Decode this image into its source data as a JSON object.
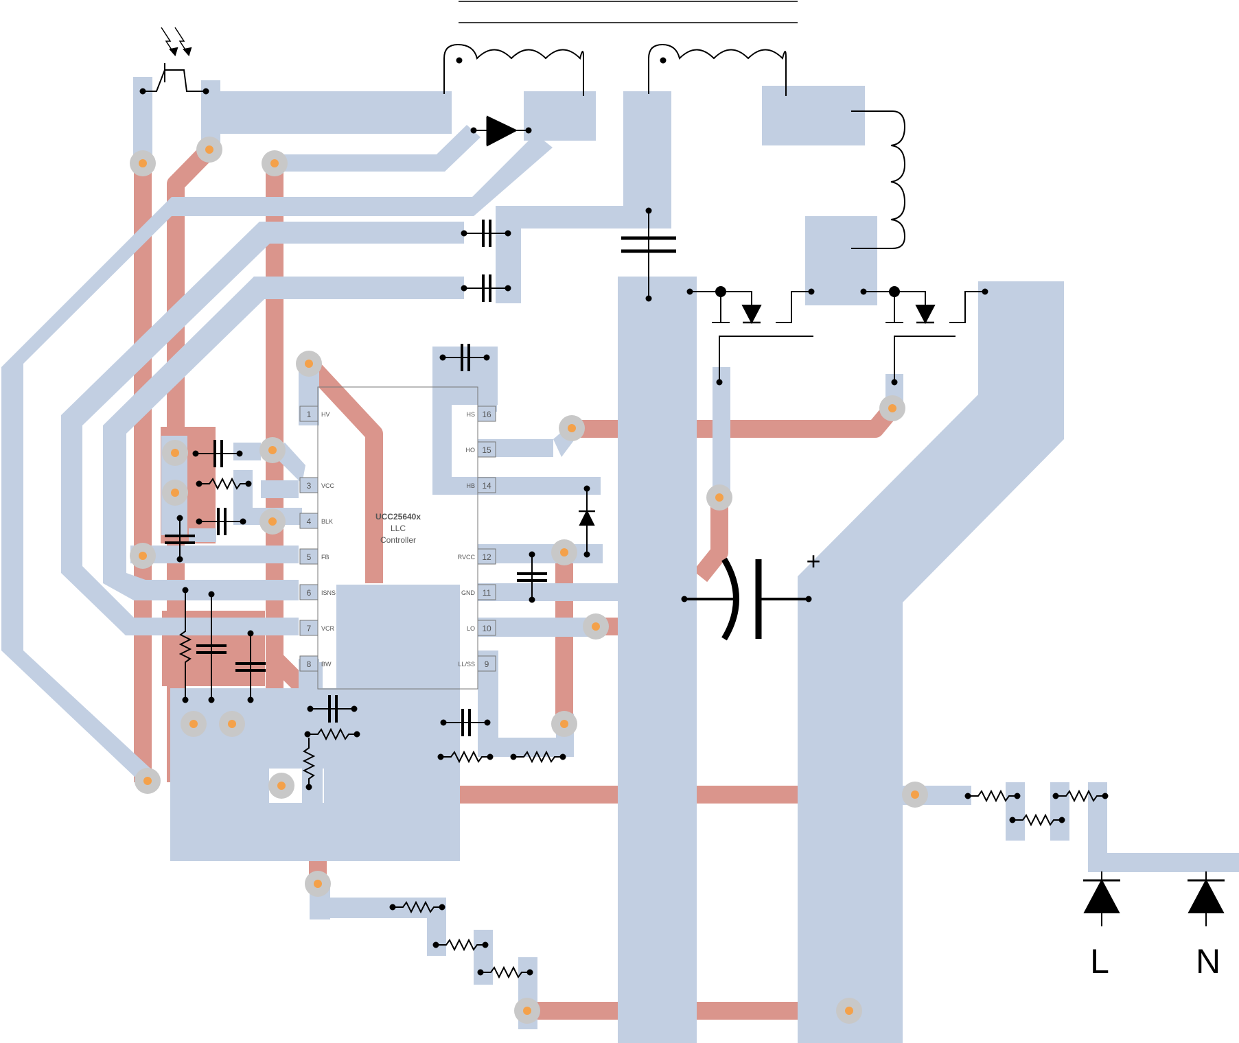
{
  "ic": {
    "name_line1": "UCC25640x",
    "name_line2": "LLC",
    "name_line3": "Controller"
  },
  "pins_left": [
    {
      "num": "1",
      "name": "HV"
    },
    {
      "num": "3",
      "name": "VCC"
    },
    {
      "num": "4",
      "name": "BLK"
    },
    {
      "num": "5",
      "name": "FB"
    },
    {
      "num": "6",
      "name": "ISNS"
    },
    {
      "num": "7",
      "name": "VCR"
    },
    {
      "num": "8",
      "name": "BW"
    }
  ],
  "pins_right": [
    {
      "num": "16",
      "name": "HS"
    },
    {
      "num": "15",
      "name": "HO"
    },
    {
      "num": "14",
      "name": "HB"
    },
    {
      "num": "12",
      "name": "RVCC"
    },
    {
      "num": "11",
      "name": "GND"
    },
    {
      "num": "10",
      "name": "LO"
    },
    {
      "num": "9",
      "name": "LL/SS"
    }
  ],
  "terminals": {
    "line": "L",
    "neutral": "N"
  },
  "polarity": "+",
  "colors": {
    "top_copper": "#c2cfe2",
    "bottom_copper": "#da958c",
    "via_ring": "#c8c8c8",
    "via_center": "#f4a14a",
    "component": "#000000"
  }
}
